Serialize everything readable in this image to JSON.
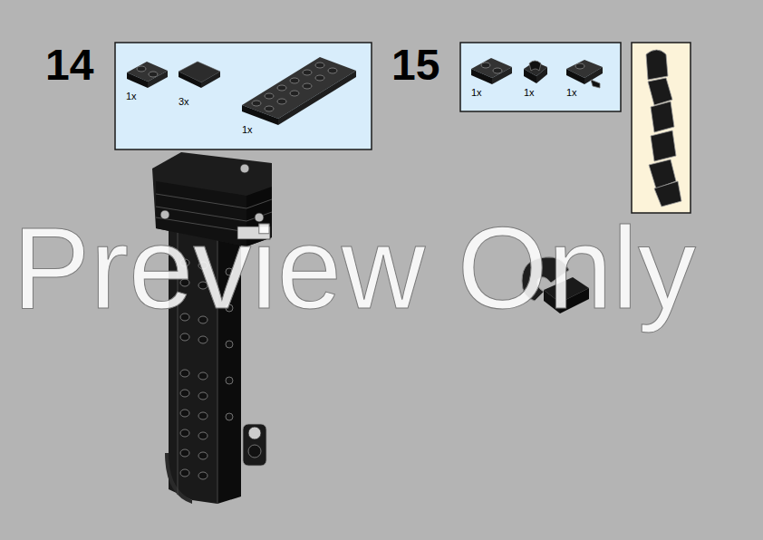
{
  "diagram": {
    "nodes": [
      {
        "text": [
          "14",
          "1x",
          "3x",
          "1x"
        ]
      },
      {
        "text": [
          "15",
          "1x",
          "1x",
          "1x"
        ]
      }
    ],
    "labels": [
      "Preview Only"
    ]
  }
}
